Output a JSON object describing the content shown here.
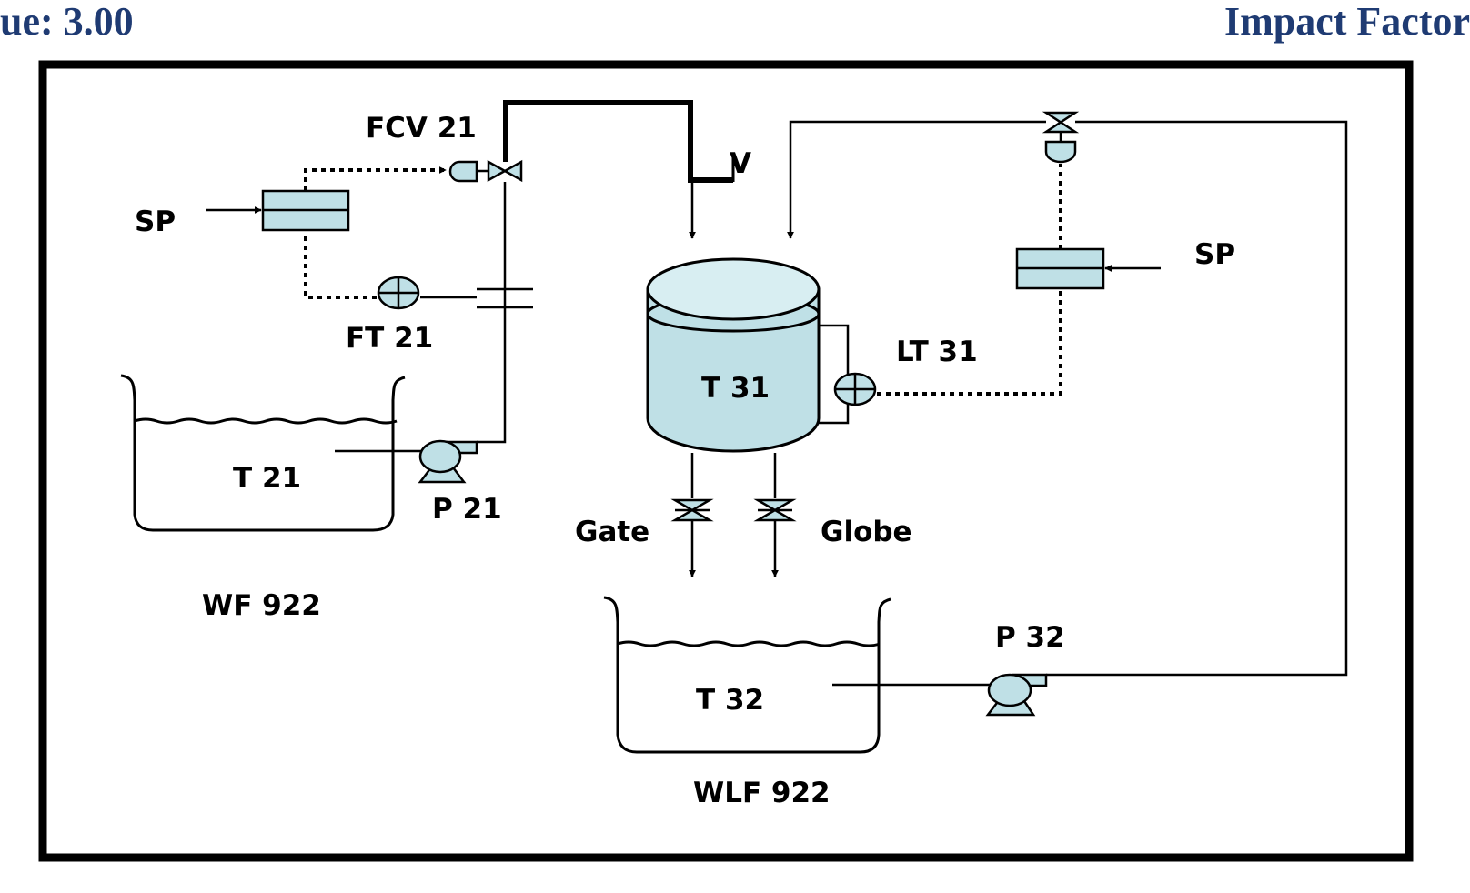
{
  "header": {
    "left_text": "ue: 3.00",
    "right_text": "Impact Factor"
  },
  "diagram": {
    "labels": {
      "fcv21": "FCV 21",
      "v": "V",
      "sp_left": "SP",
      "ft21": "FT 21",
      "t21": "T 21",
      "p21": "P 21",
      "wf922": "WF 922",
      "t31": "T 31",
      "lt31": "LT 31",
      "sp_right": "SP",
      "gate": "Gate",
      "globe": "Globe",
      "t32": "T 32",
      "p32": "P 32",
      "wlf922": "WLF 922"
    },
    "colors": {
      "equipment_fill": "#bfe0e6",
      "line": "#000000",
      "header_text": "#1f3b73"
    }
  }
}
